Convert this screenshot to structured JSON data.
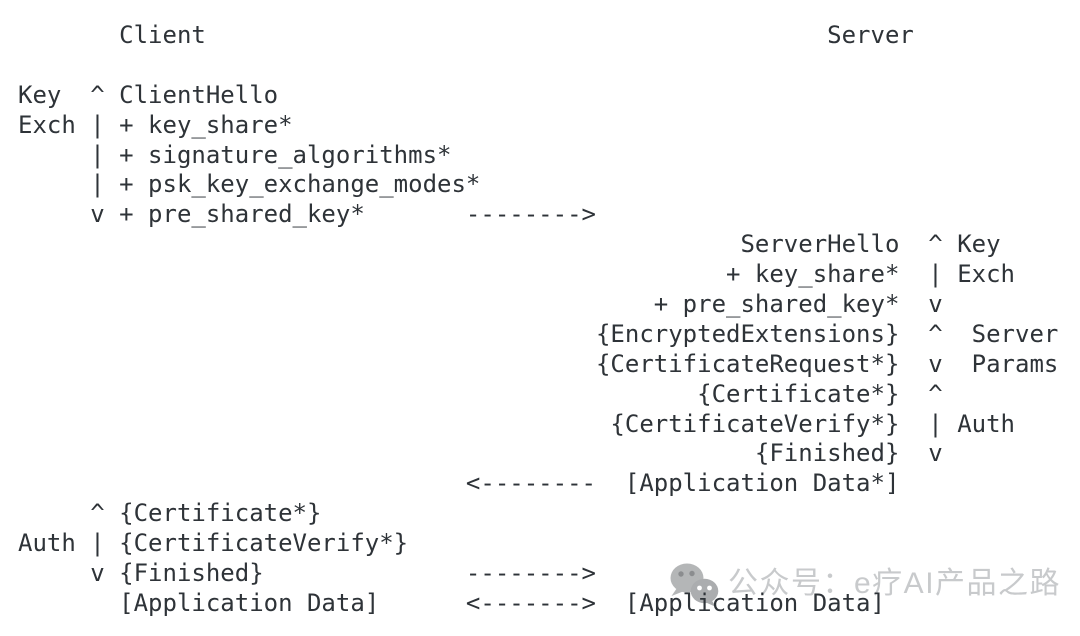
{
  "participants": {
    "client": "Client",
    "server": "Server"
  },
  "diagram": {
    "lines": [
      "       Client                                           Server",
      "",
      "Key  ^ ClientHello",
      "Exch | + key_share*",
      "     | + signature_algorithms*",
      "     | + psk_key_exchange_modes*",
      "     v + pre_shared_key*       -------->",
      "                                                  ServerHello  ^ Key",
      "                                                 + key_share*  | Exch",
      "                                            + pre_shared_key*  v",
      "                                        {EncryptedExtensions}  ^  Server",
      "                                        {CertificateRequest*}  v  Params",
      "                                               {Certificate*}  ^",
      "                                         {CertificateVerify*}  | Auth",
      "                                                   {Finished}  v",
      "                               <--------  [Application Data*]",
      "     ^ {Certificate*}",
      "Auth | {CertificateVerify*}",
      "     v {Finished}              -------->",
      "       [Application Data]      <------->  [Application Data]"
    ]
  },
  "watermark": {
    "icon": "wechat",
    "text": "公众号：e疗AI产品之路"
  },
  "colors": {
    "background": "#ffffff",
    "diagram_text": "#2e3338",
    "watermark_text": "#c6c8ca",
    "watermark_icon_bubble_large": "#b1b3b4",
    "watermark_icon_bubble_small": "#a7a9ab",
    "watermark_icon_eyes_large": "#85878a",
    "watermark_icon_eyes_small": "#ffffff"
  }
}
